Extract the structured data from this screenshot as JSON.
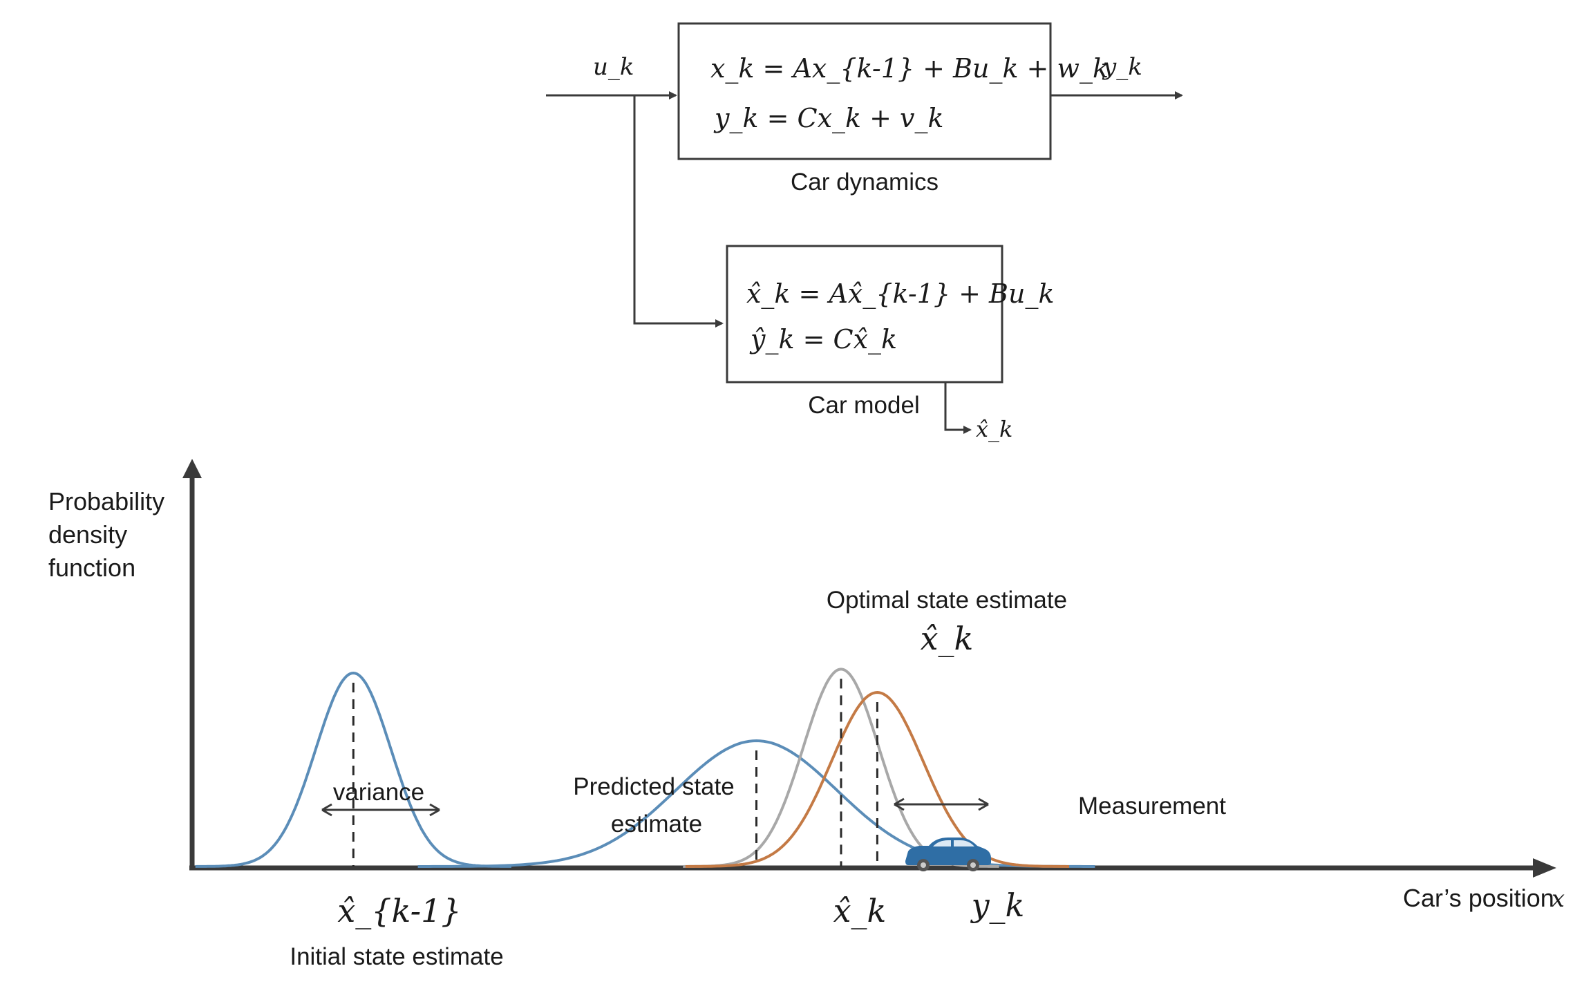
{
  "block_dynamics": {
    "eq1": "x_k = Ax_{k-1} + Bu_k + w_k",
    "eq2": "y_k = Cx_k + v_k",
    "label": "Car dynamics"
  },
  "block_model": {
    "eq1": "x̂_k = Ax̂_{k-1} + Bu_k",
    "eq2": "ŷ_k = Cx̂_k",
    "label": "Car model"
  },
  "signals": {
    "input": "u_k",
    "output": "y_k",
    "model_output": "x̂_k"
  },
  "plot": {
    "y_axis_label_lines": [
      "Probability",
      "density",
      "function"
    ],
    "x_axis_label": "Car’s position",
    "x_axis_symbol": "x",
    "variance_label": "variance",
    "predicted_label_lines": [
      "Predicted state",
      "estimate"
    ],
    "optimal_label": "Optimal state estimate",
    "measurement_label": "Measurement",
    "initial_label": "Initial state estimate",
    "marker_prev": "x̂_{k-1}",
    "marker_pred": "x̂_k",
    "marker_meas": "y_k",
    "marker_opt": "x̂_k"
  },
  "colors": {
    "blue": "#5b8db8",
    "gray": "#a8a8a8",
    "orange": "#c47a45",
    "axis": "#3a3a3a",
    "car": "#2f6ea5"
  },
  "curves": [
    {
      "id": "initial",
      "mean": 0.12,
      "std": 0.028,
      "peak": 1.0,
      "color": "blue"
    },
    {
      "id": "predicted",
      "mean": 0.42,
      "std": 0.06,
      "peak": 0.65,
      "color": "blue"
    },
    {
      "id": "optimal",
      "mean": 0.483,
      "std": 0.028,
      "peak": 1.02,
      "color": "gray"
    },
    {
      "id": "measurement",
      "mean": 0.51,
      "std": 0.034,
      "peak": 0.9,
      "color": "orange"
    }
  ]
}
